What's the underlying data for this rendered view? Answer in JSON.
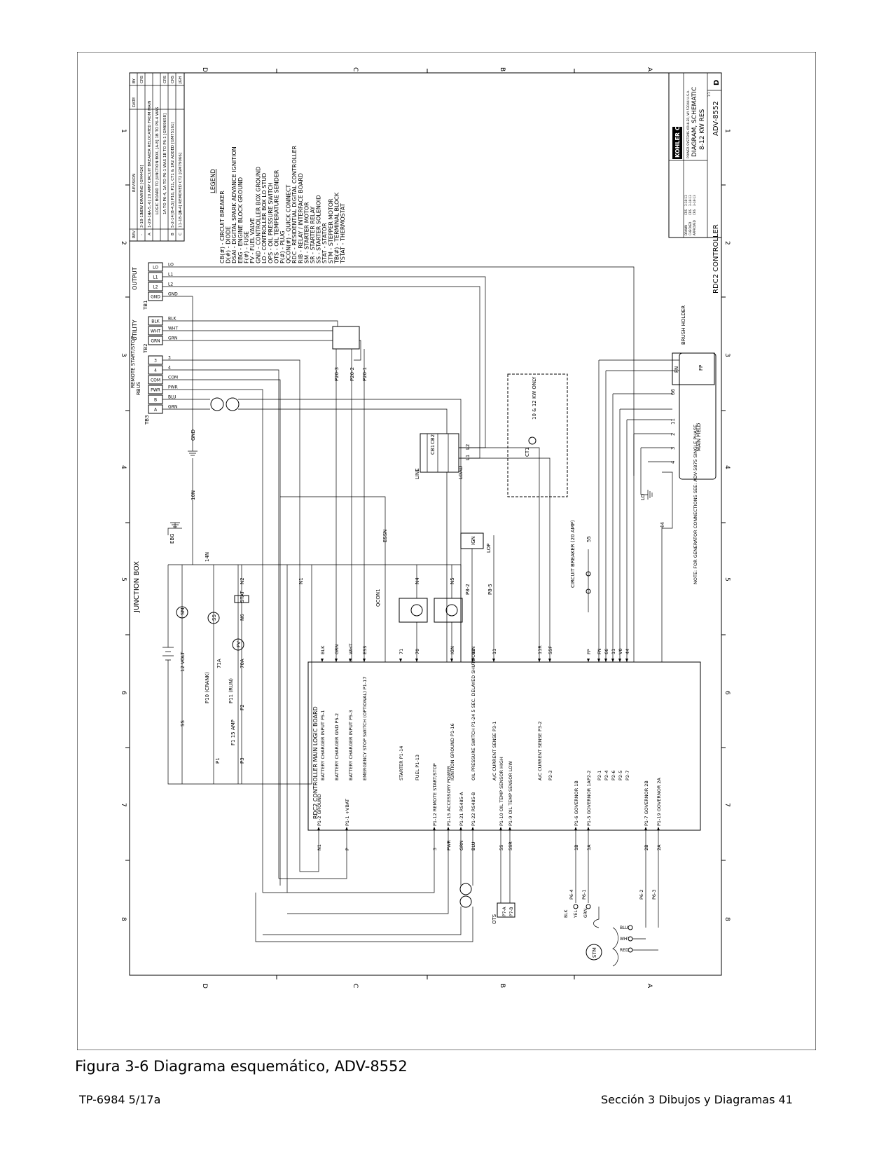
{
  "figure": {
    "caption": "Figura 3-6 Diagrama esquemático, ADV-8552"
  },
  "footer": {
    "doc_code": "TP-6984 5/17a",
    "section_page": "Sección 3 Dibujos y Diagramas   41"
  },
  "diagram": {
    "grid_rows_top": [
      "D",
      "C",
      "B",
      "A"
    ],
    "grid_cols": [
      "1",
      "2",
      "3",
      "4",
      "5",
      "6",
      "7",
      "8"
    ],
    "legend": {
      "title": "LEGEND",
      "items": [
        "CB(#) - CIRCUIT BREAKER",
        "D(#) - DIODE",
        "DSAI - DIGITAL SPARK ADVANCE IGNITION",
        "EBG - ENGINE BLOCK GROUND",
        "F(#) - FUSE",
        "FV - FUEL VALVE",
        "GND - CONTROLLER BOX GROUND",
        "LO - CONTROLLER BOX LO STUD",
        "OPS - OIL PRESSURE SWITCH",
        "OTS - OIL TEMPERATURE SENDER",
        "P(#) - PLUG",
        "QCON(#) - QUICK CONNECT",
        "RDC - RESIDENTIAL DIGITAL CONTROLLER",
        "RIB - RELAY / INTERFACE BOARD",
        "SM - STARTER MOTOR",
        "SR - STARTER RELAY",
        "SS - STARTER SOLENOID",
        "STAT - STATOR",
        "STM - STEPPER MOTOR",
        "TB(#) - TERMINAL BLOCK",
        "TSTAT - THERMOSTAT"
      ]
    },
    "revision_table": {
      "headers": [
        "REV",
        "DATE",
        "REVISION",
        "BY"
      ],
      "rows": [
        [
          "-",
          "3-18-13",
          "NEW DRAWING [GM4426]",
          "CRS"
        ],
        [
          "A",
          "1-29-14",
          "[A-5,-6] 20 AMP CIRCUIT BREAKER RELOCATED FROM MAIN",
          ""
        ],
        [
          "",
          "",
          "LOGIC BOARD TO JUNCTION BOX, [A-8] 1B TO P6-4 WAS",
          ""
        ],
        [
          "",
          "",
          "1A TO P6-4, 1A TO P6-1 WAS 1B TO P6-1 [GM69658]",
          "CRS"
        ],
        [
          "B",
          "5-2-14",
          "[B-4,5] P10, P11, CT1 & 1R2 ADDED [GM75161]",
          "CRS"
        ],
        [
          "C",
          "11-18-14",
          "[B-4] REMOVED CT2 [GM79066]",
          "JGH"
        ]
      ]
    },
    "title_block": {
      "company": "KOHLER CO.",
      "company_sub": "POWER SYSTEMS   KOHLER, WI 53044 U.S.A.",
      "title_line1": "DIAGRAM, SCHEMATIC",
      "title_line2": "8-12 KW RES",
      "dwg_no": "ADV-8552",
      "sheet_size": "D",
      "scale": "1:1",
      "approvals": [
        [
          "DRAWN",
          "CRS",
          "3-18-13"
        ],
        [
          "CHECKED",
          "CRS",
          "3-18-13"
        ],
        [
          "APPROVED",
          "CRS",
          "3-18-13"
        ]
      ]
    },
    "labels": {
      "junction_box": "JUNCTION BOX",
      "rdc2_controller": "RDC2 CONTROLLER",
      "output": "OUTPUT",
      "utility": "UTILITY",
      "remote_start_stop": "REMOTE START/STOP",
      "rbus": "RBUS",
      "tb1": "TB1",
      "tb2": "TB2",
      "tb3": "TB3",
      "gnd": "GND",
      "ebg": "EBG",
      "lo": "LO",
      "ten": "10N",
      "fourteen_n": "14N",
      "n1": "N1",
      "n2": "N2",
      "n4": "N4",
      "n5": "N5",
      "n6": "N6",
      "volt12": "12 VOLT",
      "ss": "SS",
      "sm": "SM",
      "fv": "FV",
      "stat": "STAT",
      "f1": "F1 15 AMP",
      "p10_crank": "P10 (CRANK)",
      "p11_run": "P11 (RUN)",
      "p1": "P1",
      "p2": "P2",
      "p3": "P3",
      "w71a": "71A",
      "w70a": "70A",
      "essn": "ESSN",
      "qcon1": "QCON1",
      "ign": "IGN",
      "lop": "LOP",
      "p8_2": "P8-2",
      "p8_5": "P8-5",
      "p20_1": "P20-1",
      "p20_2": "P20-2",
      "p20_3": "P20-3",
      "kw_only": "10 & 12 KW ONLY",
      "ct1": "CT1",
      "cb1": "CB1",
      "cb2": "CB2",
      "line": "LINE",
      "load": "LOAD",
      "l1": "L1",
      "l2": "L2",
      "main_field": "MAIN FIELD",
      "brush_holder": "BRUSH HOLDER",
      "fn": "FN",
      "fp": "FP",
      "circuit_breaker_20a": "CIRCUIT BREAKER (20 AMP)",
      "note": "NOTE: FOR GENERATOR CONNECTIONS SEE: ADV-5875 SINGLE PHASE.",
      "rdc2_board": "RDC2 CONTROLLER MAIN LOGIC BOARD",
      "ots": "OTS",
      "stm": "STM",
      "w44": "44",
      "w55": "55",
      "w66": "66",
      "w11": "11",
      "w2": "2",
      "w3": "3",
      "w4": "4"
    },
    "tb1_terminals": [
      "LO",
      "L1",
      "L2",
      "GND"
    ],
    "tb2_terminals": [
      "BLK",
      "WHT",
      "GRN"
    ],
    "tb3_terminals": [
      "3",
      "4",
      "COM",
      "PWR",
      "B",
      "A"
    ],
    "tb3_wires": [
      "3",
      "4",
      "COM",
      "PWR",
      "BLU",
      "GRN"
    ],
    "tb1_wires": [
      "LO",
      "L1",
      "L2",
      "GND"
    ],
    "tb2_wires": [
      "BLK",
      "WHT",
      "GRN"
    ],
    "board_top_pins": [
      {
        "wire": "BLK",
        "pin": "BATTERY CHARGER INPUT P5-1"
      },
      {
        "wire": "GRN",
        "pin": "BATTERY CHARGER GND P5-2"
      },
      {
        "wire": "WHT",
        "pin": "BATTERY CHARGER INPUT P5-3"
      },
      {
        "wire": "ESS",
        "pin": "EMERGENCY STOP SWITCH (OPTIONAL) P1-17"
      },
      {
        "wire": "71",
        "pin": "STARTER P1-14"
      },
      {
        "wire": "70",
        "pin": "FUEL P1-13"
      },
      {
        "wire": "IGN",
        "pin": "IGNITION GROUND P1-16"
      },
      {
        "wire": "13",
        "pin": "OIL PRESSURE SWITCH P1-24  5 SEC. DELAYED SHUTDOWN"
      },
      {
        "wire": "11",
        "pin": "A/C CURRENT SENSE P3-1"
      },
      {
        "wire": "11R",
        "pin": "A/C CURRENT SENSE P3-2"
      },
      {
        "wire": "55F",
        "pin": "P2-3"
      },
      {
        "wire": "FP",
        "pin": "P2-2"
      },
      {
        "wire": "FN",
        "pin": "P2-1"
      },
      {
        "wire": "66",
        "pin": "P2-4"
      },
      {
        "wire": "11",
        "pin": "P2-6"
      },
      {
        "wire": "V0",
        "pin": "P2-5"
      },
      {
        "wire": "44",
        "pin": "P2-7"
      }
    ],
    "board_bottom_pins": [
      {
        "wire": "N1",
        "pin": "P1-2 GROUND"
      },
      {
        "wire": "P",
        "pin": "P1-1 +VBAT"
      },
      {
        "wire": "3",
        "pin": "P1-12 REMOTE START/STOP"
      },
      {
        "wire": "PWR",
        "pin": "P1-15 ACCESSORY POWER"
      },
      {
        "wire": "GRN",
        "pin": "P1-21 RS485-A"
      },
      {
        "wire": "BLU",
        "pin": "P1-22 RS485-B"
      },
      {
        "wire": "5S",
        "pin": "P1-10 OIL TEMP SENSOR HIGH"
      },
      {
        "wire": "5SR",
        "pin": "P1-9 OIL TEMP SENSOR LOW"
      },
      {
        "wire": "1B",
        "pin": "P1-6 GOVERNOR 1B"
      },
      {
        "wire": "1A",
        "pin": "P1-5 GOVERNOR 1A"
      },
      {
        "wire": "2B",
        "pin": "P1-7 GOVERNOR 2B"
      },
      {
        "wire": "2A",
        "pin": "P1-19 GOVERNOR 2A"
      }
    ],
    "governor_plugs": [
      "P6-4",
      "P6-1",
      "P6-2",
      "P6-3"
    ],
    "ots_plugs": [
      "P7-A",
      "P7-B"
    ],
    "stm_wires": [
      "BLK",
      "YEL",
      "GRN",
      "BLU",
      "WHT",
      "RED"
    ]
  }
}
